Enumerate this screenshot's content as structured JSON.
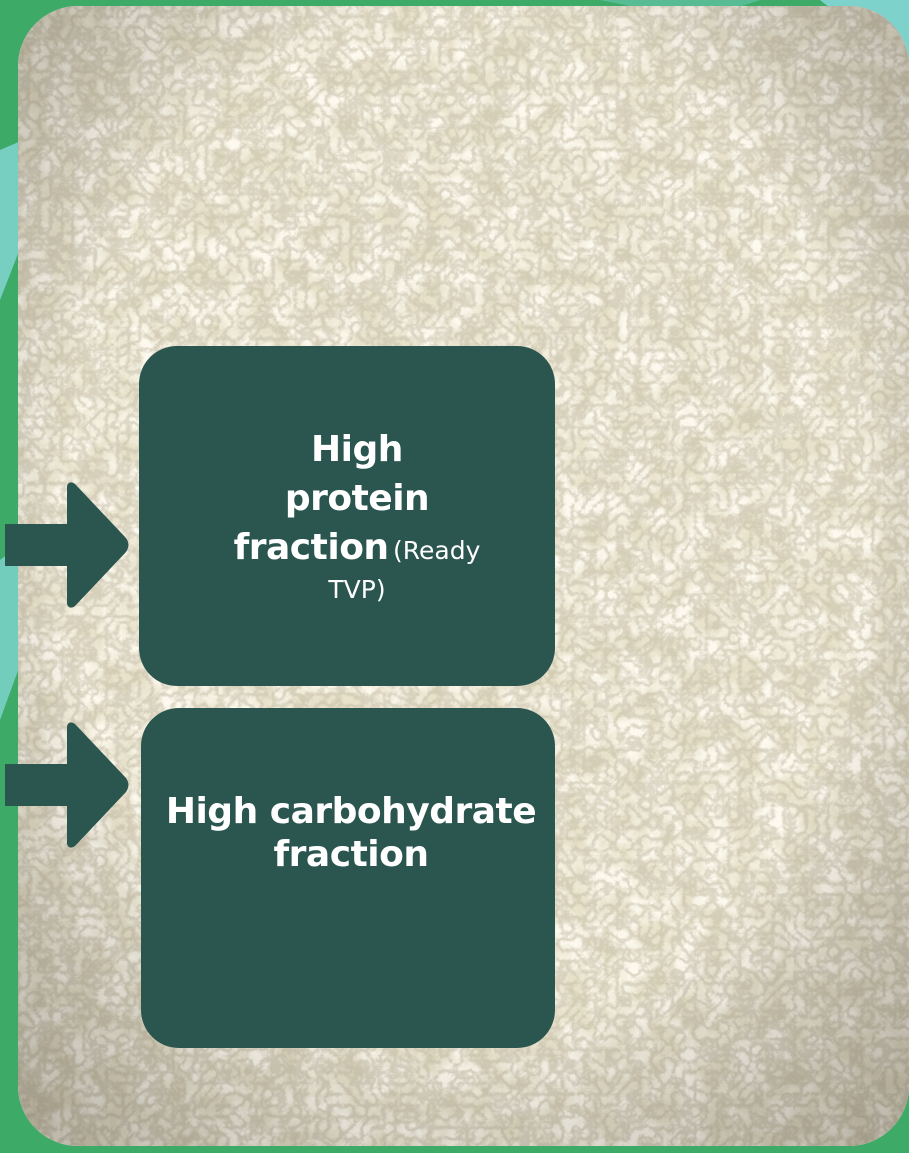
{
  "colors": {
    "frame_green": "#3eaa68",
    "accent_teal": "#7dd3cc",
    "box_dark": "#2b5650",
    "arrow_dark": "#2b5650",
    "text": "#ffffff"
  },
  "boxes": {
    "protein": {
      "line1": "High",
      "line2": "protein",
      "line3_bold": "fraction",
      "line3_light": "(Ready",
      "line4_light": "TVP)"
    },
    "carbohydrate": {
      "line1": "High carbohydrate",
      "line2": "fraction"
    }
  },
  "icons": {
    "arrow_top": "arrow-right-icon",
    "arrow_bottom": "arrow-right-icon"
  }
}
